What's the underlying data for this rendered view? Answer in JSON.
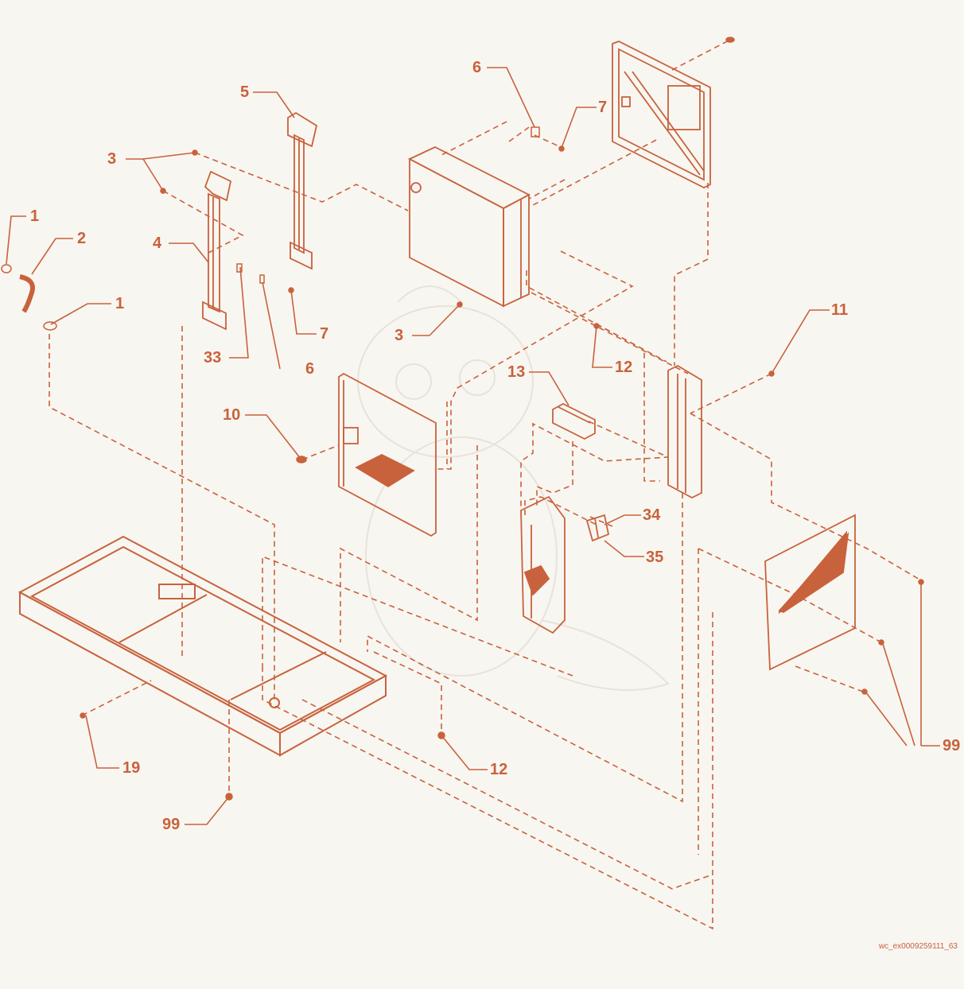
{
  "drawing": {
    "reference_code": "wc_ex0009259111_63",
    "colors": {
      "line": "#c8623c",
      "fill": "#c8623c",
      "background": "#f8f6f1",
      "watermark": "#e6e1d8"
    },
    "callouts": [
      {
        "id": "c1a",
        "label": "1"
      },
      {
        "id": "c2",
        "label": "2"
      },
      {
        "id": "c1b",
        "label": "1"
      },
      {
        "id": "c3a",
        "label": "3"
      },
      {
        "id": "c4",
        "label": "4"
      },
      {
        "id": "c5",
        "label": "5"
      },
      {
        "id": "c33",
        "label": "33"
      },
      {
        "id": "c6a",
        "label": "6"
      },
      {
        "id": "c7a",
        "label": "7"
      },
      {
        "id": "c6b",
        "label": "6"
      },
      {
        "id": "c7b",
        "label": "7"
      },
      {
        "id": "c3b",
        "label": "3"
      },
      {
        "id": "c12a",
        "label": "12"
      },
      {
        "id": "c11",
        "label": "11"
      },
      {
        "id": "c13",
        "label": "13"
      },
      {
        "id": "c10",
        "label": "10"
      },
      {
        "id": "c34",
        "label": "34"
      },
      {
        "id": "c35",
        "label": "35"
      },
      {
        "id": "c19",
        "label": "19"
      },
      {
        "id": "c12b",
        "label": "12"
      },
      {
        "id": "c99a",
        "label": "99"
      },
      {
        "id": "c99b",
        "label": "99"
      }
    ]
  }
}
